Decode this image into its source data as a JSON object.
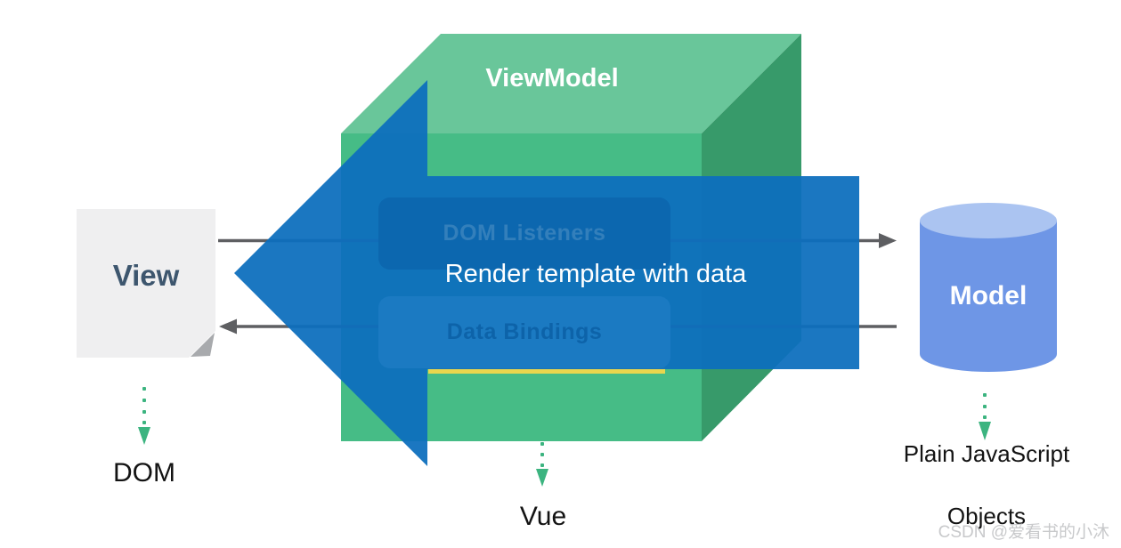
{
  "nodes": {
    "view": {
      "label": "View",
      "caption": "DOM"
    },
    "viewmodel": {
      "label": "ViewModel",
      "caption": "Vue",
      "panels": {
        "dom_listeners": "DOM Listeners",
        "data_bindings": "Data Bindings"
      }
    },
    "model": {
      "label": "Model",
      "caption_line1": "Plain JavaScript",
      "caption_line2": "Objects"
    }
  },
  "overlay_arrow": {
    "label": "Render template with data"
  },
  "watermark": "CSDN @爱看书的小沐",
  "colors": {
    "vue_green": "#3cb480",
    "box_top": "#69c69a",
    "box_front": "#46bc86",
    "box_side": "#379a6a",
    "arrow_blue": "#0d6fbd",
    "highlight_yellow": "#e9d64e",
    "connector_gray": "#5e5f62",
    "doc_bg": "#efeff0",
    "doc_fold": "#a8aaad",
    "model_body": "#6e96e6",
    "model_top": "#abc4f1"
  }
}
